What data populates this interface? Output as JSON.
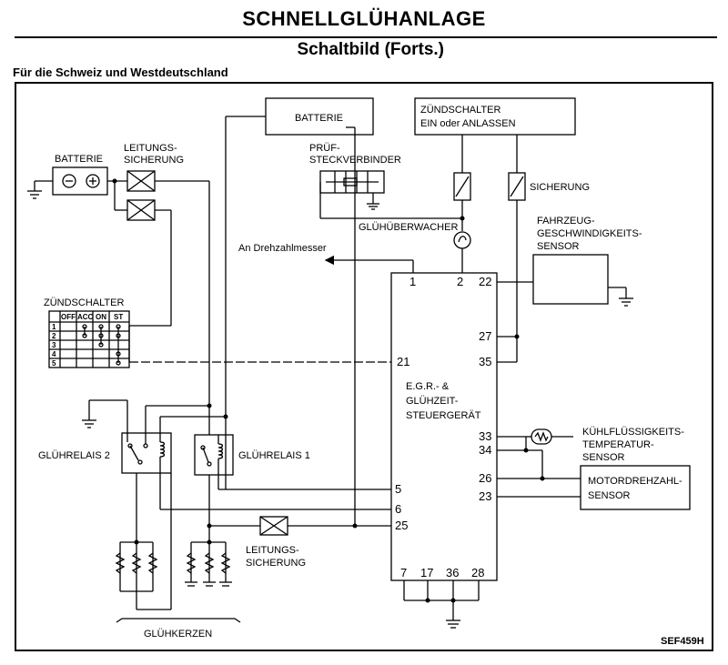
{
  "header": {
    "title": "SCHNELLGLÜHANLAGE",
    "subtitle": "Schaltbild (Forts.)",
    "region": "Für die Schweiz und Westdeutschland"
  },
  "components": {
    "battery_box": "BATTERIE",
    "battery_symbol": "BATTERIE",
    "fusible_link_top": [
      "LEITUNGS-",
      "SICHERUNG"
    ],
    "check_connector": [
      "PRÜF-",
      "STECKVERBINDER"
    ],
    "ignition_box": [
      "ZÜNDSCHALTER",
      "EIN oder ANLASSEN"
    ],
    "fuse": "SICHERUNG",
    "glow_monitor": "GLÜHÜBERWACHER",
    "speed_sensor": [
      "FAHRZEUG-",
      "GESCHWINDIGKEITS-",
      "SENSOR"
    ],
    "tacho": "An Drehzahlmesser",
    "ignition_switch": "ZÜNDSCHALTER",
    "control_unit": [
      "E.G.R.- &",
      "GLÜHZEIT-",
      "STEUERGERÄT"
    ],
    "coolant_sensor": [
      "KÜHLFLÜSSIGKEITS-",
      "TEMPERATUR-",
      "SENSOR"
    ],
    "rpm_sensor": [
      "MOTORDREHZAHL-",
      "SENSOR"
    ],
    "relay2": "GLÜHRELAIS 2",
    "relay1": "GLÜHRELAIS 1",
    "fusible_link_bottom": [
      "LEITUNGS-",
      "SICHERUNG"
    ],
    "glow_plugs": "GLÜHKERZEN",
    "reference": "SEF459H"
  },
  "switch_table": {
    "columns": [
      "OFF",
      "ACC",
      "ON",
      "ST"
    ],
    "rows": [
      "1",
      "2",
      "3",
      "4",
      "5"
    ]
  },
  "pins": {
    "p1": "1",
    "p2": "2",
    "p22": "22",
    "p27": "27",
    "p35": "35",
    "p21": "21",
    "p33": "33",
    "p34": "34",
    "p26": "26",
    "p23": "23",
    "p5": "5",
    "p6": "6",
    "p25": "25",
    "p7": "7",
    "p17": "17",
    "p36": "36",
    "p28": "28"
  }
}
